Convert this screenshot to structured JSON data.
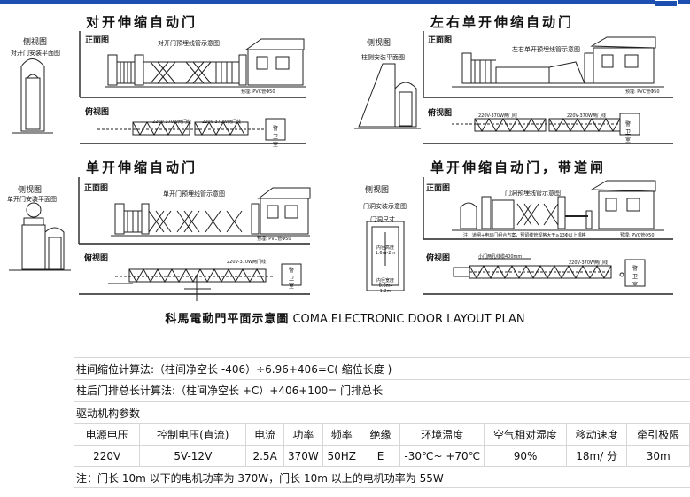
{
  "quadrants": [
    {
      "title": "对开伸缩自动门",
      "side_label": "侧视图",
      "side_caption": "对开门安装平面图",
      "front_label": "正面图",
      "front_caption": "对开门预埋线管示意图",
      "top_label": "俯视图",
      "pipe_label": "预埋: PVC管Φ50",
      "cable_left": "220V-370W两门线",
      "cable_right": "220V-370W两门线",
      "guard_label": "警卫室"
    },
    {
      "title": "左右单开伸缩自动门",
      "side_label": "侧视图",
      "side_caption": "柱侧安装平面图",
      "front_label": "正面图",
      "front_caption": "左右单开预埋线管示意图",
      "top_label": "俯视图",
      "pipe_label": "预埋: PVC管Φ50",
      "cable_left": "220V-370W两门线",
      "cable_right": "220V-370W两门线",
      "guard_label": "警卫室"
    },
    {
      "title": "单开伸缩自动门",
      "side_label": "侧视图",
      "side_caption": "单开门安装平面图",
      "front_label": "正面图",
      "front_caption": "单开门预埋线管示意图",
      "top_label": "俯视图",
      "pipe_label": "预埋: PVC管Φ50",
      "cable_right": "220V-370W两门线",
      "guard_label": "警卫室"
    },
    {
      "title": "单开伸缩自动门，带道闸",
      "side_label": "侧视图",
      "side_caption": "门洞安装示意图",
      "dim_label": "门洞尺寸",
      "dim_value": "内径高度 1.6m-2m",
      "dim_width": "内径宽度 0.8m-1.2m",
      "front_label": "正面图",
      "front_caption": "门洞预埋线管示意图",
      "front_note": "注：道闸+电动门组合方案，预留线管规格大于≥13Φ以上规格",
      "top_label": "俯视图",
      "pipe_label": "预埋: PVC管Φ50",
      "cable_left": "小门两孔线缆400mm",
      "cable_right": "220V-370W两门线",
      "guard_label": "警卫室"
    }
  ],
  "plan_title_cn": "科馬電動門平面示意圖",
  "plan_title_en": "COMA.ELECTRONIC DOOR LAYOUT PLAN",
  "formulas": [
    "柱间缩位计算法:（柱间净空长 -406）÷6.96+406=C( 缩位长度 )",
    "柱后门排总长计算法:（柱间净空长 +C）+406+100= 门排总长"
  ],
  "spec_section_title": "驱动机构参数",
  "spec_headers": [
    "电源电压",
    "控制电压(直流)",
    "电流",
    "功率",
    "频率",
    "绝缘",
    "环境温度",
    "空气相对湿度",
    "移动速度",
    "牵引极限"
  ],
  "spec_values": [
    "220V",
    "5V-12V",
    "2.5A",
    "370W",
    "50HZ",
    "E",
    "-30℃~ +70℃",
    "90%",
    "18m/ 分",
    "30m"
  ],
  "note": "注：门长 10m 以下的电机功率为 370W，门长 10m 以上的电机功率为 55W",
  "colors": {
    "topbar": "#1c4fb0",
    "line": "#222222",
    "grid": "#d6d6d6"
  }
}
